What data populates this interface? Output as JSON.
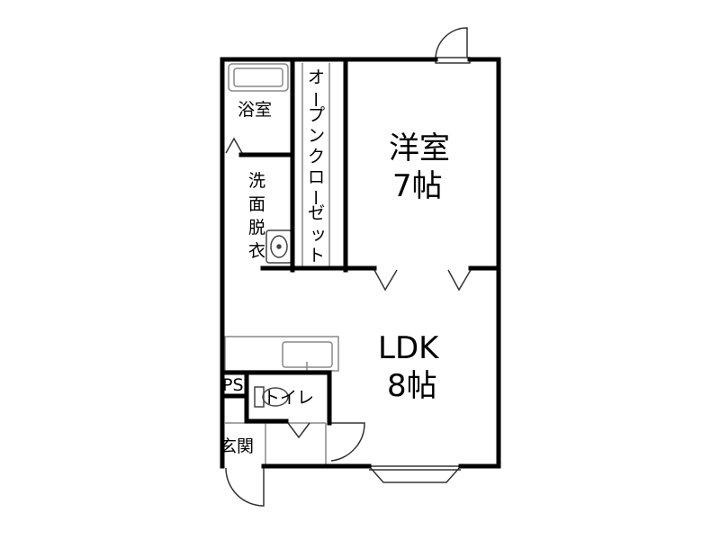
{
  "rooms": {
    "western": {
      "name": "洋室",
      "size": "7帖"
    },
    "ldk": {
      "name": "LDK",
      "size": "8帖"
    }
  },
  "labels": {
    "bath": "浴室",
    "closet_chars": [
      "オ",
      "ー",
      "プ",
      "ン",
      "ク",
      "ロ",
      "ー",
      "ゼ",
      "ッ",
      "ト"
    ],
    "washroom_chars": [
      "洗",
      "面",
      "脱",
      "衣"
    ],
    "ps": "PS",
    "toilet": "トイレ",
    "entrance": "玄関"
  }
}
